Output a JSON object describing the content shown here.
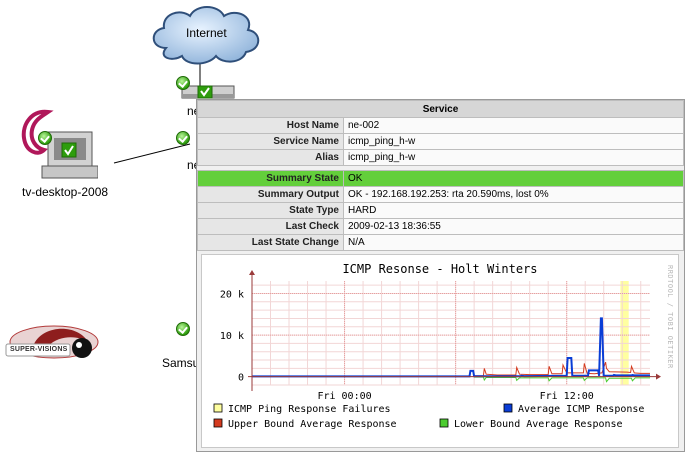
{
  "map": {
    "cloud_label": "Internet",
    "desktop_label": "tv-desktop-2008",
    "router_label_1": "ne",
    "router_label_2": "ne",
    "samsung_label": "Samsu",
    "logo_text": "SUPER-VISIONS"
  },
  "popup": {
    "header": "Service",
    "rows": [
      {
        "key": "Host Name",
        "value": "ne-002"
      },
      {
        "key": "Service Name",
        "value": "icmp_ping_h-w"
      },
      {
        "key": "Alias",
        "value": "icmp_ping_h-w"
      }
    ],
    "status_rows": [
      {
        "key": "Summary State",
        "value": "OK"
      },
      {
        "key": "Summary Output",
        "value": "OK - 192.168.192.253: rta 20.590ms, lost 0%"
      },
      {
        "key": "State Type",
        "value": "HARD"
      },
      {
        "key": "Last Check",
        "value": "2009-02-13 18:36:55"
      },
      {
        "key": "Last State Change",
        "value": "N/A"
      }
    ],
    "status_ok_color": "#63cf3b"
  },
  "chart_data": {
    "type": "line",
    "title": "ICMP Resonse - Holt Winters",
    "watermark": "RRDTOOL / TOBI OETIKER",
    "y_ticks": [
      "20 k",
      "10 k",
      "0"
    ],
    "x_ticks": [
      "Fri 00:00",
      "Fri 12:00"
    ],
    "ylim": [
      -2000,
      23000
    ],
    "x_range_hours": [
      -10,
      33
    ],
    "legend": [
      {
        "name": "ICMP Ping Response Failures",
        "color": "#ffffa0"
      },
      {
        "name": "Average ICMP Response",
        "color": "#0a3dd6"
      },
      {
        "name": "Upper Bound Average Response",
        "color": "#d43b1f"
      },
      {
        "name": "Lower Bound Average Response",
        "color": "#4ccc30"
      }
    ],
    "failure_band": {
      "x": [
        29.8,
        30.7
      ]
    },
    "series": [
      {
        "name": "Average ICMP Response",
        "x": [
          -10,
          13.5,
          13.6,
          13.9,
          14.0,
          19.0,
          19.1,
          19.4,
          19.5,
          24.0,
          24.1,
          24.5,
          24.6,
          26.3,
          26.4,
          27.4,
          27.5,
          27.7,
          27.8,
          28.0,
          29.0,
          29.1,
          29.3,
          29.4,
          31.0,
          31.1,
          31.3,
          31.4,
          33
        ],
        "y": [
          60,
          60,
          1400,
          1400,
          100,
          100,
          200,
          150,
          150,
          200,
          4500,
          4500,
          200,
          200,
          1500,
          1500,
          200,
          14000,
          14000,
          200,
          200,
          400,
          300,
          300,
          300,
          400,
          300,
          300,
          300
        ]
      },
      {
        "name": "Upper Bound Average Response",
        "x": [
          14.0,
          15.0,
          15.1,
          15.3,
          16.5,
          18.5,
          18.6,
          18.9,
          20.0,
          21.5,
          22.0,
          22.1,
          22.4,
          23.5,
          23.6,
          24.0,
          25.0,
          25.8,
          25.9,
          26.2,
          27.0,
          27.8,
          28.2,
          28.3,
          28.6,
          30.5,
          30.9,
          31.0,
          31.3,
          32.0,
          33
        ],
        "y": [
          200,
          200,
          2000,
          600,
          400,
          400,
          2200,
          600,
          500,
          500,
          500,
          2500,
          700,
          700,
          2800,
          900,
          900,
          900,
          3200,
          800,
          700,
          900,
          3500,
          2000,
          1200,
          1100,
          1000,
          2500,
          900,
          800,
          800
        ]
      },
      {
        "name": "Lower Bound Average Response",
        "x": [
          14.0,
          15.0,
          15.1,
          15.3,
          18.5,
          18.6,
          18.9,
          22.0,
          22.1,
          22.4,
          25.8,
          25.9,
          26.2,
          28.2,
          28.3,
          28.6,
          31.0,
          31.1,
          31.4,
          33
        ],
        "y": [
          -100,
          -100,
          -800,
          -200,
          -200,
          -900,
          -300,
          -300,
          -1000,
          -300,
          -300,
          -900,
          -300,
          -300,
          -1200,
          -400,
          -400,
          -1000,
          -300,
          -300
        ]
      }
    ]
  }
}
